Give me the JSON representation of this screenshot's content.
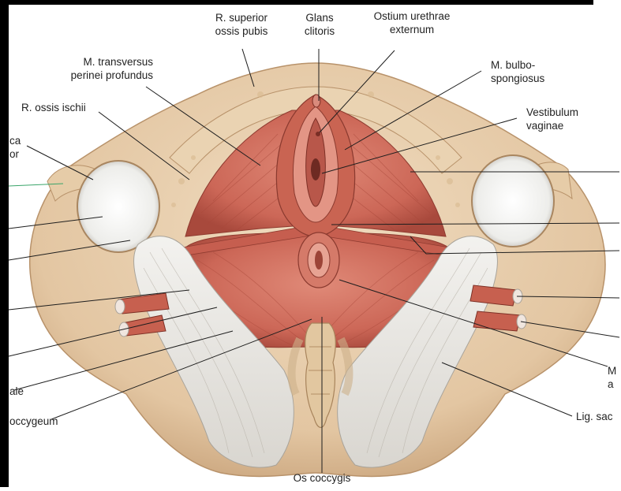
{
  "labels": {
    "r_superior_ossis_pubis": [
      "R. superior",
      "ossis pubis"
    ],
    "glans_clitoris": [
      "Glans",
      "clitoris"
    ],
    "ostium_urethrae_externum": [
      "Ostium urethrae",
      "externum"
    ],
    "m_transversus_perinei_profundus": [
      "M. transversus",
      "perinei profundus"
    ],
    "m_bulbospongiosus": [
      "M. bulbo-",
      "spongiosus"
    ],
    "r_ossis_ischii": "R. ossis ischii",
    "vestibulum_vaginae": [
      "Vestibulum",
      "vaginae"
    ],
    "left_cut_top": [
      "ca",
      "or"
    ],
    "left_cut_ale": "ale",
    "left_cut_coccygeum": "occygeum",
    "right_cut_m": [
      "M",
      "a"
    ],
    "lig_sac": "Lig. sac",
    "os_coccygis": "Os coccygis"
  },
  "colors": {
    "bone": "#e8cfae",
    "bone_shadow": "#c9a67d",
    "muscle": "#d36f5e",
    "muscle_dark": "#b54c3e",
    "ligament": "#e9e7e3",
    "leader_line": "#1e1e1e",
    "green_leader": "#3aa56a"
  }
}
